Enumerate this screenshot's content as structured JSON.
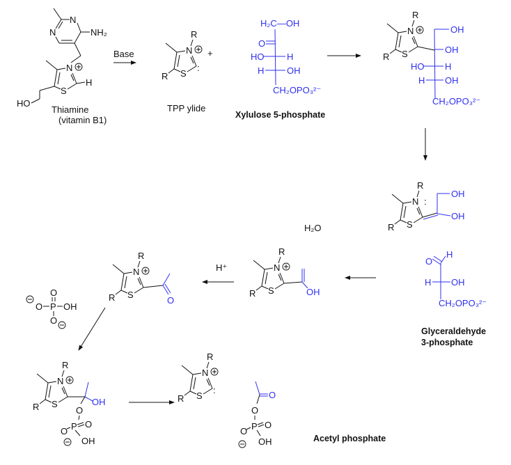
{
  "title": "Thiamine (TPP) mechanism: xylulose 5-phosphate to acetyl phosphate",
  "atoms": {
    "N": "N",
    "S": "S",
    "R": "R",
    "H": "H",
    "O": "O",
    "OH": "OH",
    "HO": "HO",
    "P": "P",
    "NH2": "NH₂",
    "plus": "+",
    "minus": "−",
    "lone_pair": ":",
    "H2C_OH": "H₂C—OH",
    "CH2OPO3": "CH₂OPO₃²⁻",
    "H2O": "H₂O",
    "Hplus": "H⁺"
  },
  "labels": {
    "thiamine": "Thiamine",
    "vitamin": "(vitamin B1)",
    "base": "Base",
    "tpp_ylide": "TPP ylide",
    "xylulose": "Xylulose 5-phosphate",
    "g3p_line1": "Glyceraldehyde",
    "g3p_line2": "3-phosphate",
    "acetyl_phosphate": "Acetyl phosphate"
  },
  "colors": {
    "substrate": "#2f2ff0",
    "ink": "#111111"
  }
}
